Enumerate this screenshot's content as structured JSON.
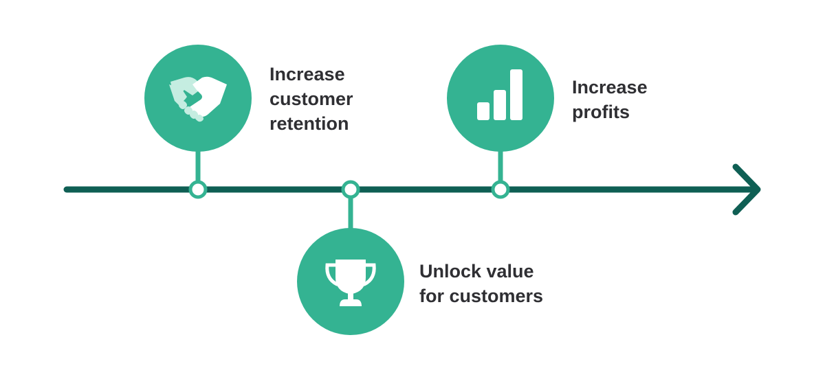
{
  "colors": {
    "axis": "#0f5f54",
    "circle": "#34b392",
    "connector": "#34b392",
    "text": "#2f2f33",
    "icon": "#ffffff",
    "icon_light": "#c5ede1"
  },
  "milestones": [
    {
      "icon": "handshake-icon",
      "label_lines": [
        "Increase",
        "customer",
        "retention"
      ]
    },
    {
      "icon": "trophy-icon",
      "label_lines": [
        "Unlock value",
        "for customers"
      ]
    },
    {
      "icon": "bar-chart-icon",
      "label_lines": [
        "Increase",
        "profits"
      ]
    }
  ]
}
